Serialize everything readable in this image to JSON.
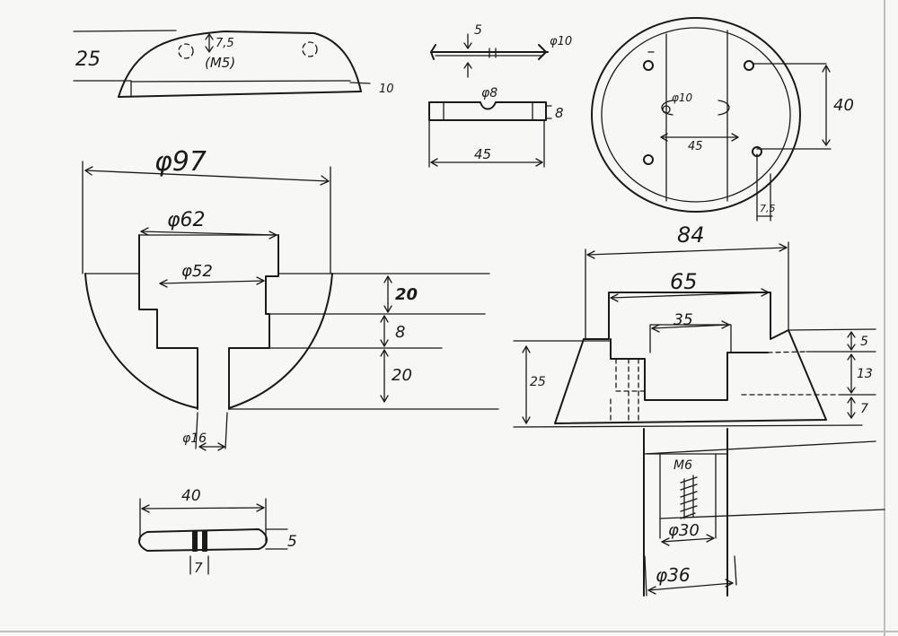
{
  "labels": {
    "d25": "25",
    "d7_5_top": "7,5",
    "m5": "(M5)",
    "d10_right": "10",
    "d5_pin": "5",
    "phi10_pin": "φ10",
    "phi8": "φ8",
    "d8": "8",
    "d45_bar": "45",
    "phi10_plate": "φ10",
    "d45_plate": "45",
    "d40_plate": "40",
    "d7_5_plate": "7,5",
    "phi97": "φ97",
    "phi62": "φ62",
    "phi52": "φ52",
    "d20a": "20",
    "d8b": "8",
    "d20b": "20",
    "phi16": "φ16",
    "d84": "84",
    "d65": "65",
    "d35": "35",
    "d5_r": "5",
    "d13": "13",
    "d7_r": "7",
    "d25_r": "25",
    "m6": "M6",
    "phi30": "φ30",
    "phi36": "φ36",
    "d40_bot": "40",
    "d5_bot": "5",
    "d7_bot": "7"
  }
}
